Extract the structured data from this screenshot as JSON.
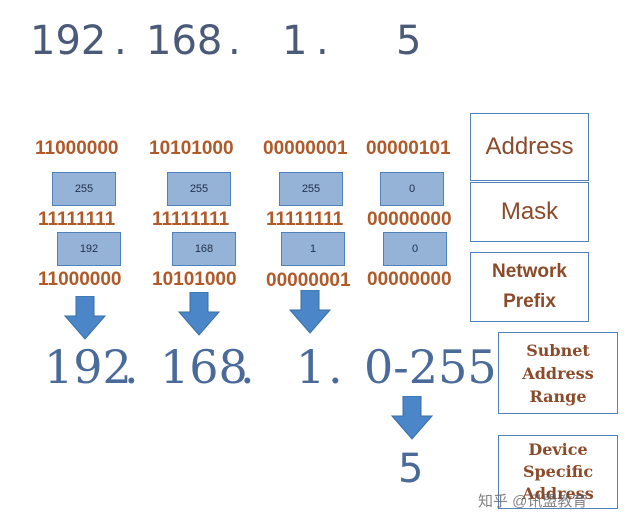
{
  "ip_top": {
    "o1": "192",
    "o2": "168",
    "o3": "1",
    "o4": "5",
    "dot": "."
  },
  "address_bits": [
    "11000000",
    "10101000",
    "00000001",
    "00000101"
  ],
  "mask_values": [
    "255",
    "255",
    "255",
    "0"
  ],
  "mask_bits": [
    "11111111",
    "11111111",
    "11111111",
    "00000000"
  ],
  "and_values": [
    "192",
    "168",
    "1",
    "0"
  ],
  "prefix_bits": [
    "11000000",
    "10101000",
    "00000001",
    "00000000"
  ],
  "ip_bottom": {
    "o1": "192",
    "o2": "168",
    "o3": "1",
    "o4": "0-255",
    "dot": "."
  },
  "device_value": "5",
  "labels": {
    "address": "Address",
    "mask": "Mask",
    "network_prefix_1": "Network",
    "network_prefix_2": "Prefix",
    "subnet_1": "Subnet",
    "subnet_2": "Address",
    "subnet_3": "Range",
    "device_1": "Device",
    "device_2": "Specific",
    "device_3": "Address"
  },
  "watermark": "知乎 @讯盟教育",
  "colors": {
    "box_fill": "#95b3d7",
    "box_border": "#4f81bd",
    "arrow": "#4a86c8",
    "bits": "#b05a2a",
    "label": "#8b4a2a"
  }
}
